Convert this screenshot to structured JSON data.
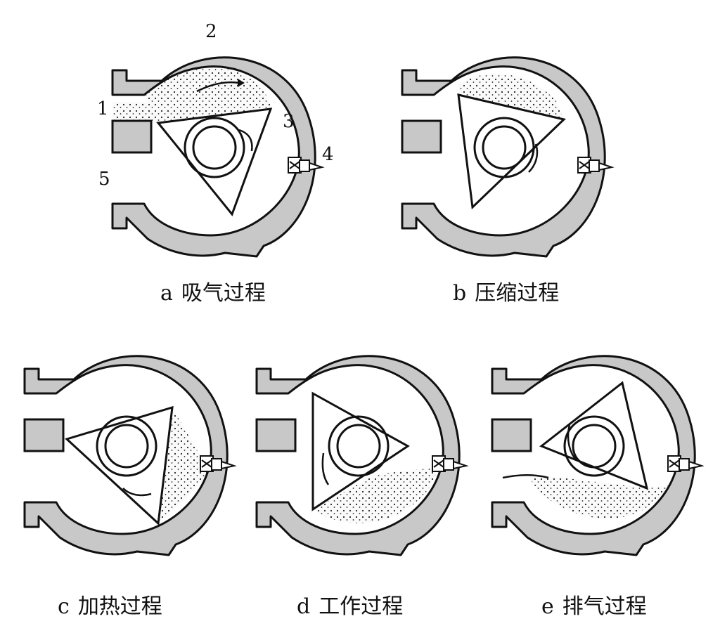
{
  "panels": [
    {
      "letter": "a",
      "label": "吸气过程",
      "stage": "intake",
      "mixture": "upper"
    },
    {
      "letter": "b",
      "label": "压缩过程",
      "stage": "compression",
      "mixture": "upper-small"
    },
    {
      "letter": "c",
      "label": "加热过程",
      "stage": "heating",
      "mixture": "right"
    },
    {
      "letter": "d",
      "label": "工作过程",
      "stage": "work",
      "mixture": "lower"
    },
    {
      "letter": "e",
      "label": "排气过程",
      "stage": "exhaust",
      "mixture": "lower-exhaust"
    }
  ],
  "callouts": [
    "1",
    "2",
    "3",
    "4",
    "5"
  ],
  "colors": {
    "housing": "#c8c8c8",
    "stroke": "#111111",
    "dots": "#222222",
    "background": "#ffffff"
  }
}
